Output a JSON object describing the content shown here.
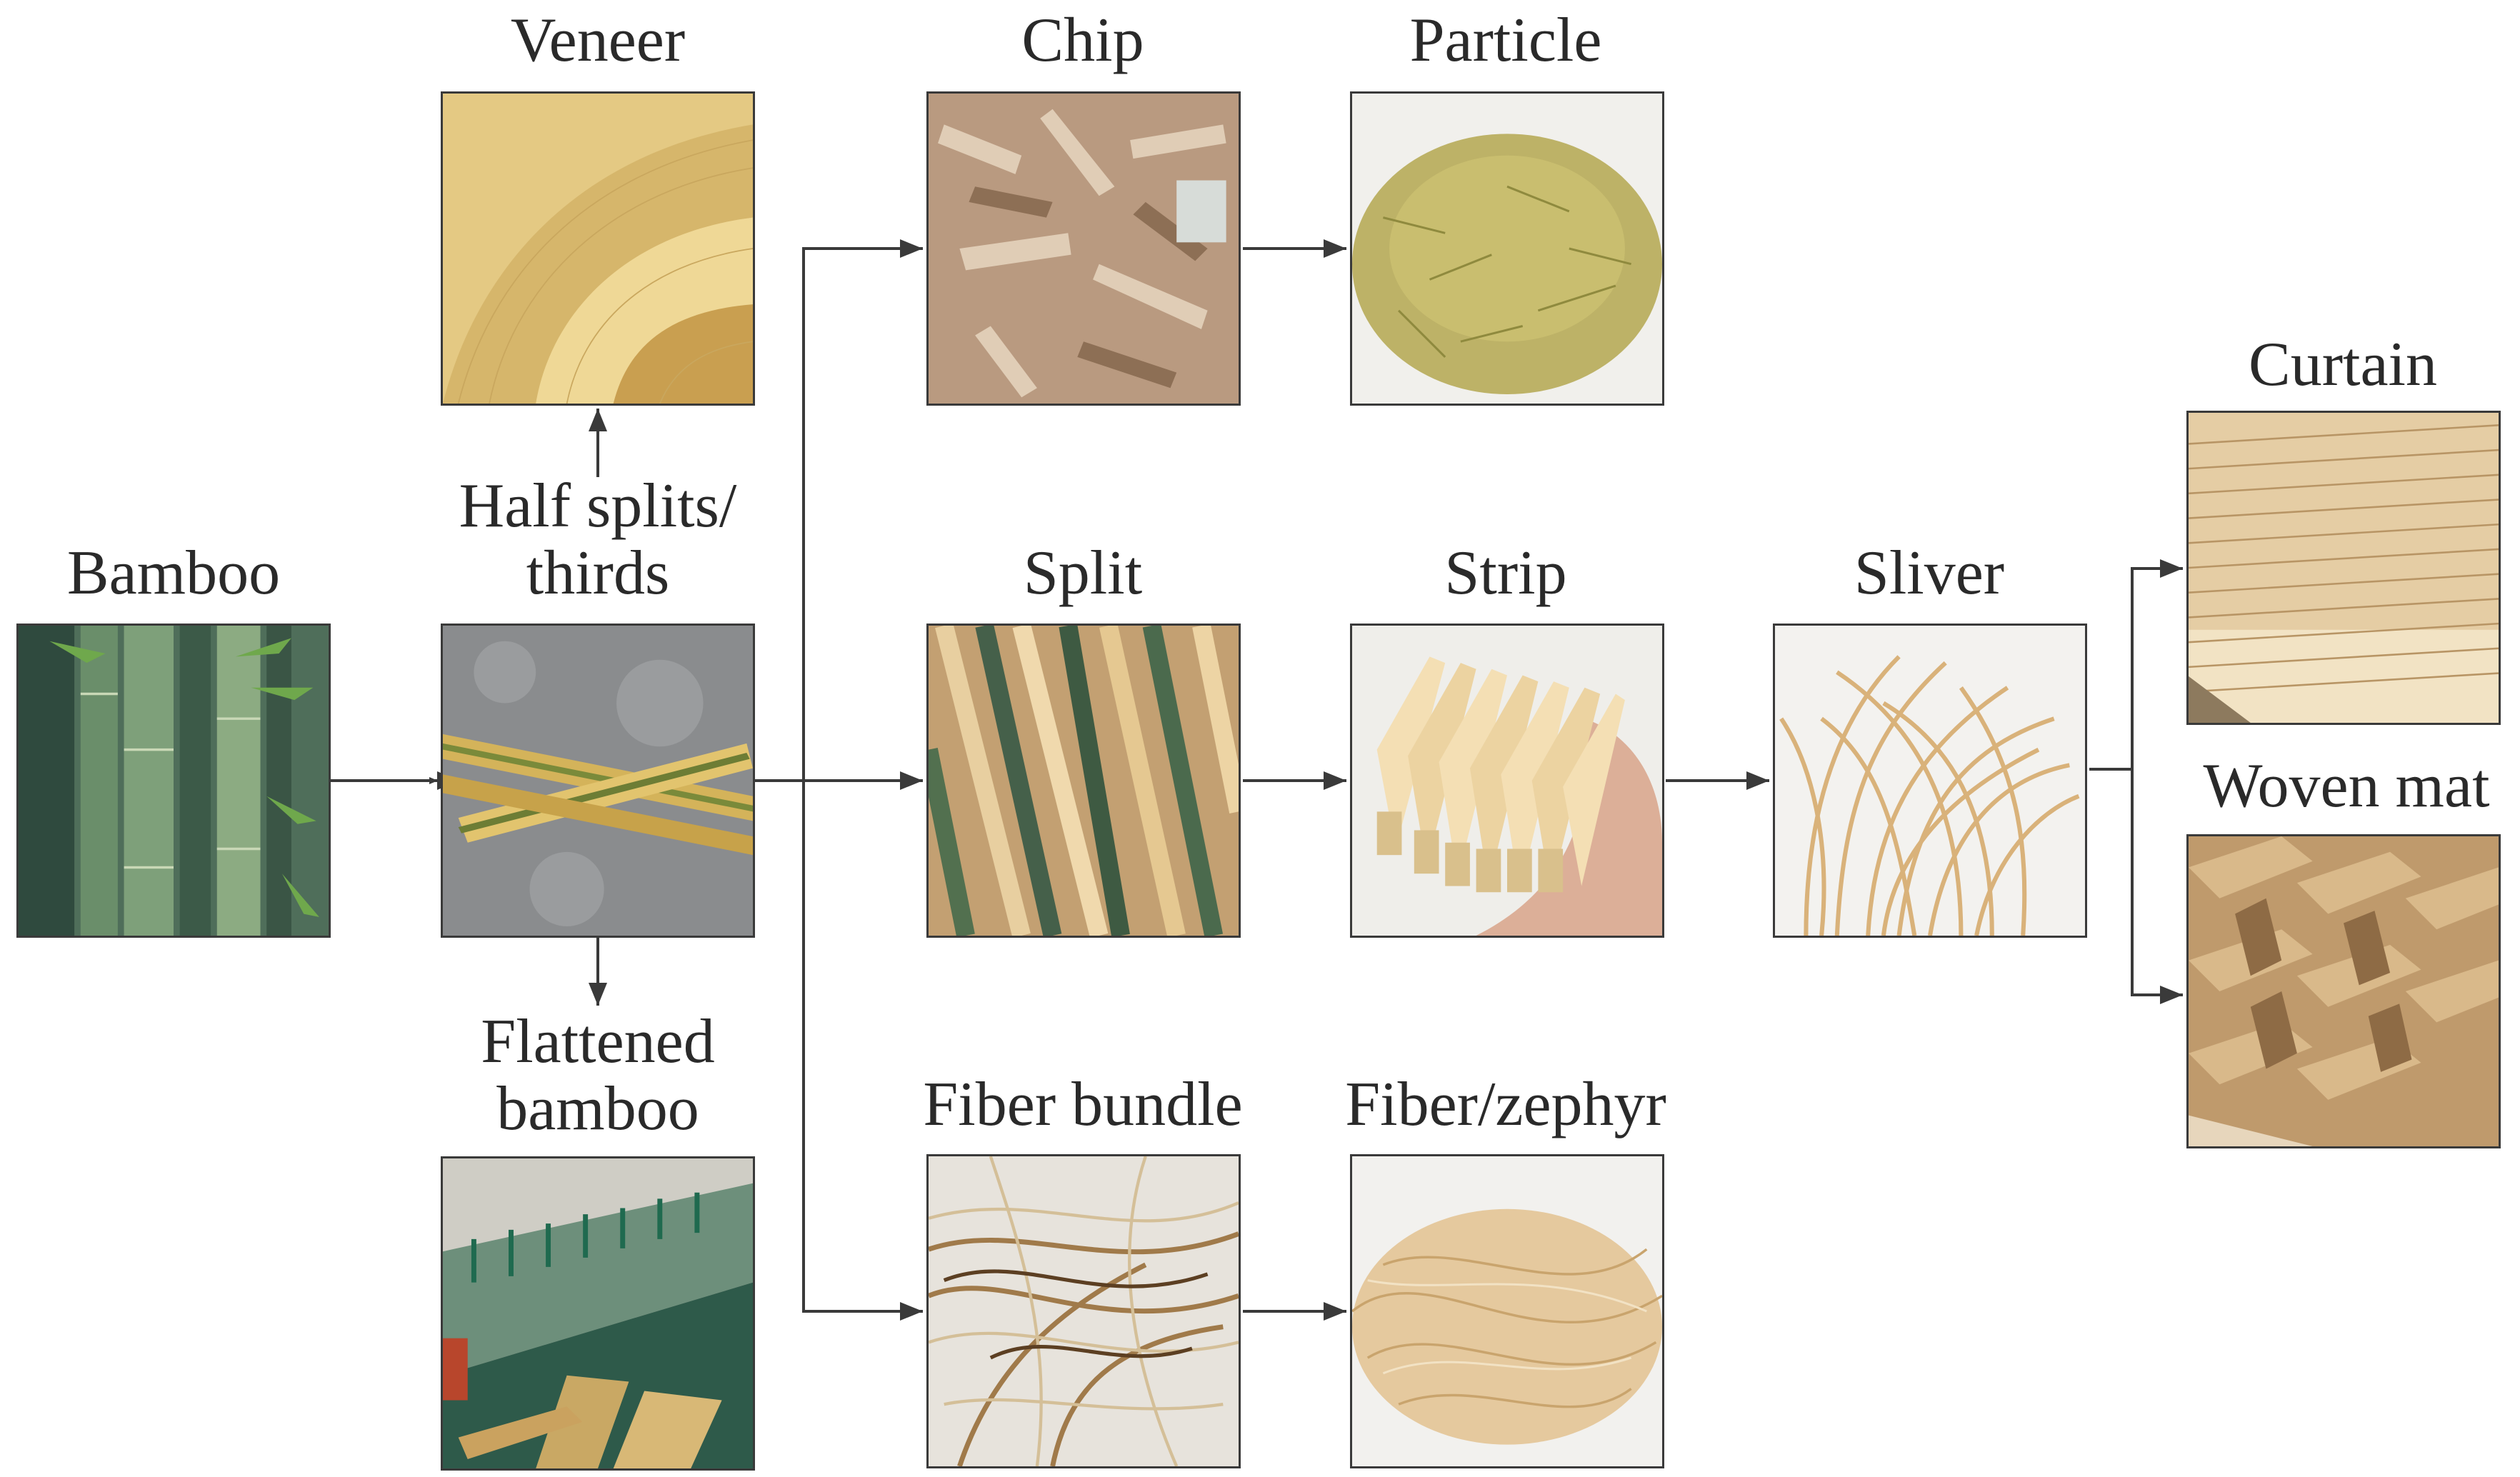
{
  "diagram": {
    "nodes": {
      "bamboo": "Bamboo",
      "half_splits_1": "Half splits/",
      "half_splits_2": "thirds",
      "veneer": "Veneer",
      "flattened_1": "Flattened",
      "flattened_2": "bamboo",
      "chip": "Chip",
      "particle": "Particle",
      "split": "Split",
      "strip": "Strip",
      "sliver": "Sliver",
      "curtain": "Curtain",
      "woven_mat": "Woven mat",
      "fiber_bundle": "Fiber bundle",
      "fiber_zephyr": "Fiber/zephyr"
    },
    "edges": [
      [
        "Bamboo",
        "Half splits/thirds"
      ],
      [
        "Half splits/thirds",
        "Veneer"
      ],
      [
        "Half splits/thirds",
        "Flattened bamboo"
      ],
      [
        "Half splits/thirds",
        "Chip"
      ],
      [
        "Half splits/thirds",
        "Split"
      ],
      [
        "Half splits/thirds",
        "Fiber bundle"
      ],
      [
        "Chip",
        "Particle"
      ],
      [
        "Split",
        "Strip"
      ],
      [
        "Strip",
        "Sliver"
      ],
      [
        "Sliver",
        "Curtain"
      ],
      [
        "Sliver",
        "Woven mat"
      ],
      [
        "Fiber bundle",
        "Fiber/zephyr"
      ]
    ]
  },
  "colors": {
    "line": "#3a3a3a",
    "text": "#2a2a2a"
  }
}
